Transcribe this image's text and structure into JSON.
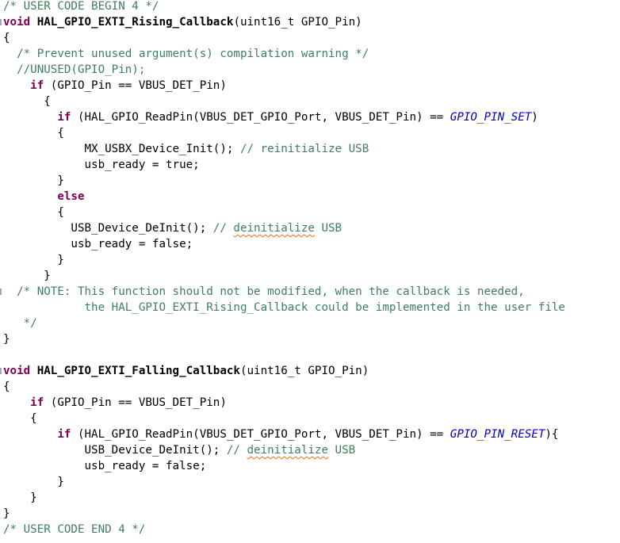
{
  "editor": {
    "language": "c",
    "colors": {
      "keyword": "#7f0055",
      "comment": "#3f7f5f",
      "macro": "#0000c0",
      "text": "#000000",
      "spell_underline": "#e07020"
    },
    "lines": [
      {
        "indent": "",
        "parts": [
          {
            "t": "cm",
            "v": "/* USER CODE BEGIN 4 */"
          }
        ]
      },
      {
        "indent": "",
        "parts": [
          {
            "t": "kw",
            "v": "void"
          },
          {
            "t": "",
            "v": " "
          },
          {
            "t": "fn",
            "v": "HAL_GPIO_EXTI_Rising_Callback"
          },
          {
            "t": "",
            "v": "(uint16_t GPIO_Pin)"
          }
        ]
      },
      {
        "indent": "",
        "parts": [
          {
            "t": "",
            "v": "{"
          }
        ]
      },
      {
        "indent": "  ",
        "parts": [
          {
            "t": "cm",
            "v": "/* Prevent unused argument(s) compilation warning */"
          }
        ]
      },
      {
        "indent": "  ",
        "parts": [
          {
            "t": "cm",
            "v": "//UNUSED(GPIO_Pin);"
          }
        ]
      },
      {
        "indent": "    ",
        "parts": [
          {
            "t": "kw",
            "v": "if"
          },
          {
            "t": "",
            "v": " (GPIO_Pin == VBUS_DET_Pin)"
          }
        ]
      },
      {
        "indent": "      ",
        "parts": [
          {
            "t": "",
            "v": "{"
          }
        ]
      },
      {
        "indent": "        ",
        "parts": [
          {
            "t": "kw",
            "v": "if"
          },
          {
            "t": "",
            "v": " (HAL_GPIO_ReadPin(VBUS_DET_GPIO_Port, VBUS_DET_Pin) == "
          },
          {
            "t": "mc",
            "v": "GPIO_PIN_SET"
          },
          {
            "t": "",
            "v": ")"
          }
        ]
      },
      {
        "indent": "        ",
        "parts": [
          {
            "t": "",
            "v": "{"
          }
        ]
      },
      {
        "indent": "            ",
        "parts": [
          {
            "t": "",
            "v": "MX_USBX_Device_Init(); "
          },
          {
            "t": "cm",
            "v": "// reinitialize USB"
          }
        ]
      },
      {
        "indent": "            ",
        "parts": [
          {
            "t": "",
            "v": "usb_ready = true;"
          }
        ]
      },
      {
        "indent": "        ",
        "parts": [
          {
            "t": "",
            "v": "}"
          }
        ]
      },
      {
        "indent": "        ",
        "parts": [
          {
            "t": "kw",
            "v": "else"
          }
        ]
      },
      {
        "indent": "        ",
        "parts": [
          {
            "t": "",
            "v": "{"
          }
        ]
      },
      {
        "indent": "          ",
        "parts": [
          {
            "t": "",
            "v": "USB_Device_DeInit(); "
          },
          {
            "t": "cm",
            "v": "// "
          },
          {
            "t": "cm spell",
            "v": "deinitialize"
          },
          {
            "t": "cm",
            "v": " USB"
          }
        ]
      },
      {
        "indent": "          ",
        "parts": [
          {
            "t": "",
            "v": "usb_ready = false;"
          }
        ]
      },
      {
        "indent": "        ",
        "parts": [
          {
            "t": "",
            "v": "}"
          }
        ]
      },
      {
        "indent": "      ",
        "parts": [
          {
            "t": "",
            "v": "}"
          }
        ]
      },
      {
        "indent": "  ",
        "parts": [
          {
            "t": "cm",
            "v": "/* NOTE: This function should not be modified, when the callback is needed,"
          }
        ]
      },
      {
        "indent": "            ",
        "parts": [
          {
            "t": "cm",
            "v": "the HAL_GPIO_EXTI_Rising_Callback could be implemented in the user file"
          }
        ]
      },
      {
        "indent": "   ",
        "parts": [
          {
            "t": "cm",
            "v": "*/"
          }
        ]
      },
      {
        "indent": "",
        "parts": [
          {
            "t": "",
            "v": "}"
          }
        ]
      },
      {
        "indent": "",
        "parts": []
      },
      {
        "indent": "",
        "parts": [
          {
            "t": "kw",
            "v": "void"
          },
          {
            "t": "",
            "v": " "
          },
          {
            "t": "fn",
            "v": "HAL_GPIO_EXTI_Falling_Callback"
          },
          {
            "t": "",
            "v": "(uint16_t GPIO_Pin)"
          }
        ]
      },
      {
        "indent": "",
        "parts": [
          {
            "t": "",
            "v": "{"
          }
        ]
      },
      {
        "indent": "    ",
        "parts": [
          {
            "t": "kw",
            "v": "if"
          },
          {
            "t": "",
            "v": " (GPIO_Pin == VBUS_DET_Pin)"
          }
        ]
      },
      {
        "indent": "    ",
        "parts": [
          {
            "t": "",
            "v": "{"
          }
        ]
      },
      {
        "indent": "        ",
        "parts": [
          {
            "t": "kw",
            "v": "if"
          },
          {
            "t": "",
            "v": " (HAL_GPIO_ReadPin(VBUS_DET_GPIO_Port, VBUS_DET_Pin) == "
          },
          {
            "t": "mc",
            "v": "GPIO_PIN_RESET"
          },
          {
            "t": "",
            "v": "){"
          }
        ]
      },
      {
        "indent": "            ",
        "parts": [
          {
            "t": "",
            "v": "USB_Device_DeInit(); "
          },
          {
            "t": "cm",
            "v": "// "
          },
          {
            "t": "cm spell",
            "v": "deinitialize"
          },
          {
            "t": "cm",
            "v": " USB"
          }
        ]
      },
      {
        "indent": "            ",
        "parts": [
          {
            "t": "",
            "v": "usb_ready = false;"
          }
        ]
      },
      {
        "indent": "        ",
        "parts": [
          {
            "t": "",
            "v": "}"
          }
        ]
      },
      {
        "indent": "    ",
        "parts": [
          {
            "t": "",
            "v": "}"
          }
        ]
      },
      {
        "indent": "",
        "parts": [
          {
            "t": "",
            "v": "}"
          }
        ]
      },
      {
        "indent": "",
        "parts": [
          {
            "t": "cm",
            "v": "/* USER CODE END 4 */"
          }
        ]
      }
    ],
    "fold_markers": [
      1,
      18,
      23
    ]
  }
}
